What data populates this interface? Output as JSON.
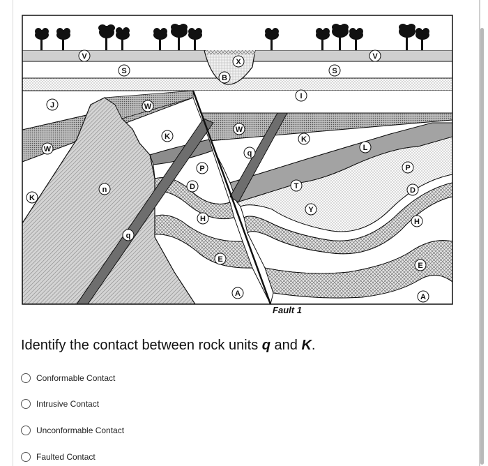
{
  "question": {
    "prefix": "Identify the contact between rock units ",
    "unit_1": "q",
    "middle": " and ",
    "unit_2": "K",
    "suffix": "."
  },
  "options": [
    {
      "label": "Conformable Contact",
      "selected": false
    },
    {
      "label": "Intrusive Contact",
      "selected": false
    },
    {
      "label": "Unconformable Contact",
      "selected": false
    },
    {
      "label": "Faulted Contact",
      "selected": false
    }
  ],
  "diagram": {
    "fault_label": "Fault 1",
    "unit_labels": {
      "V_left": "V",
      "V_right": "V",
      "S_left": "S",
      "S_right": "S",
      "X": "X",
      "B": "B",
      "I": "I",
      "J": "J",
      "W_top": "W",
      "W_left": "W",
      "W_mid": "W",
      "K_left": "K",
      "K_mid": "K",
      "K_right": "K",
      "n": "n",
      "q_left": "q",
      "q_right": "q",
      "P_left": "P",
      "P_right": "P",
      "D_left": "D",
      "D_right": "D",
      "H_left": "H",
      "H_right": "H",
      "E_left": "E",
      "E_right": "E",
      "A_left": "A",
      "A_right": "A",
      "T": "T",
      "Y": "Y",
      "L": "L"
    }
  }
}
